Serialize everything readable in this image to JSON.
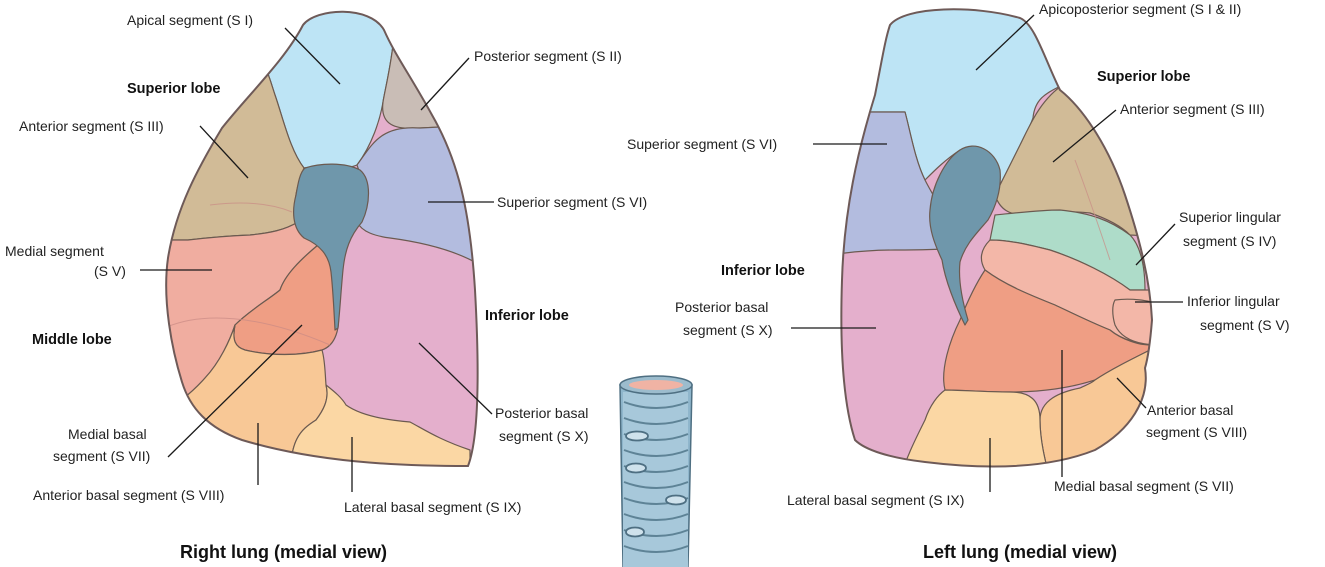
{
  "colors": {
    "apical": "#bde4f5",
    "posterior": "#c9bdb6",
    "anterior": "#d1bb97",
    "superior": "#b3bcdf",
    "medial": "#f0ada0",
    "medial_basal": "#ef9e84",
    "anterior_basal": "#f8c896",
    "lateral_basal": "#fbd7a4",
    "posterior_basal": "#e4afcc",
    "hilum": "#6f97ab",
    "superior_lingular": "#aedcc9",
    "inferior_lingular": "#f3b7a8"
  },
  "right_lung": {
    "title": "Right lung (medial view)",
    "lobes": {
      "superior": "Superior lobe",
      "middle": "Middle lobe",
      "inferior": "Inferior lobe"
    },
    "labels": {
      "apical": "Apical segment (S I)",
      "posterior": "Posterior segment (S II)",
      "anterior": "Anterior segment (S III)",
      "superior": "Superior segment (S VI)",
      "medial_1": "Medial segment",
      "medial_2": "(S V)",
      "medial_basal_1": "Medial basal",
      "medial_basal_2": "segment (S VII)",
      "posterior_basal_1": "Posterior basal",
      "posterior_basal_2": "segment (S X)",
      "anterior_basal": "Anterior basal segment (S VIII)",
      "lateral_basal": "Lateral basal segment (S IX)"
    }
  },
  "left_lung": {
    "title": "Left lung (medial view)",
    "lobes": {
      "superior": "Superior lobe",
      "inferior": "Inferior lobe"
    },
    "labels": {
      "apicoposterior": "Apicoposterior segment (S I & II)",
      "anterior": "Anterior segment (S III)",
      "superior": "Superior segment (S VI)",
      "superior_lingular_1": "Superior lingular",
      "superior_lingular_2": "segment (S IV)",
      "inferior_lingular_1": "Inferior lingular",
      "inferior_lingular_2": "segment (S V)",
      "posterior_basal_1": "Posterior basal",
      "posterior_basal_2": "segment (S X)",
      "anterior_basal_1": "Anterior basal",
      "anterior_basal_2": "segment (S VIII)",
      "medial_basal": "Medial basal segment (S VII)",
      "lateral_basal": "Lateral basal segment (S IX)"
    }
  }
}
